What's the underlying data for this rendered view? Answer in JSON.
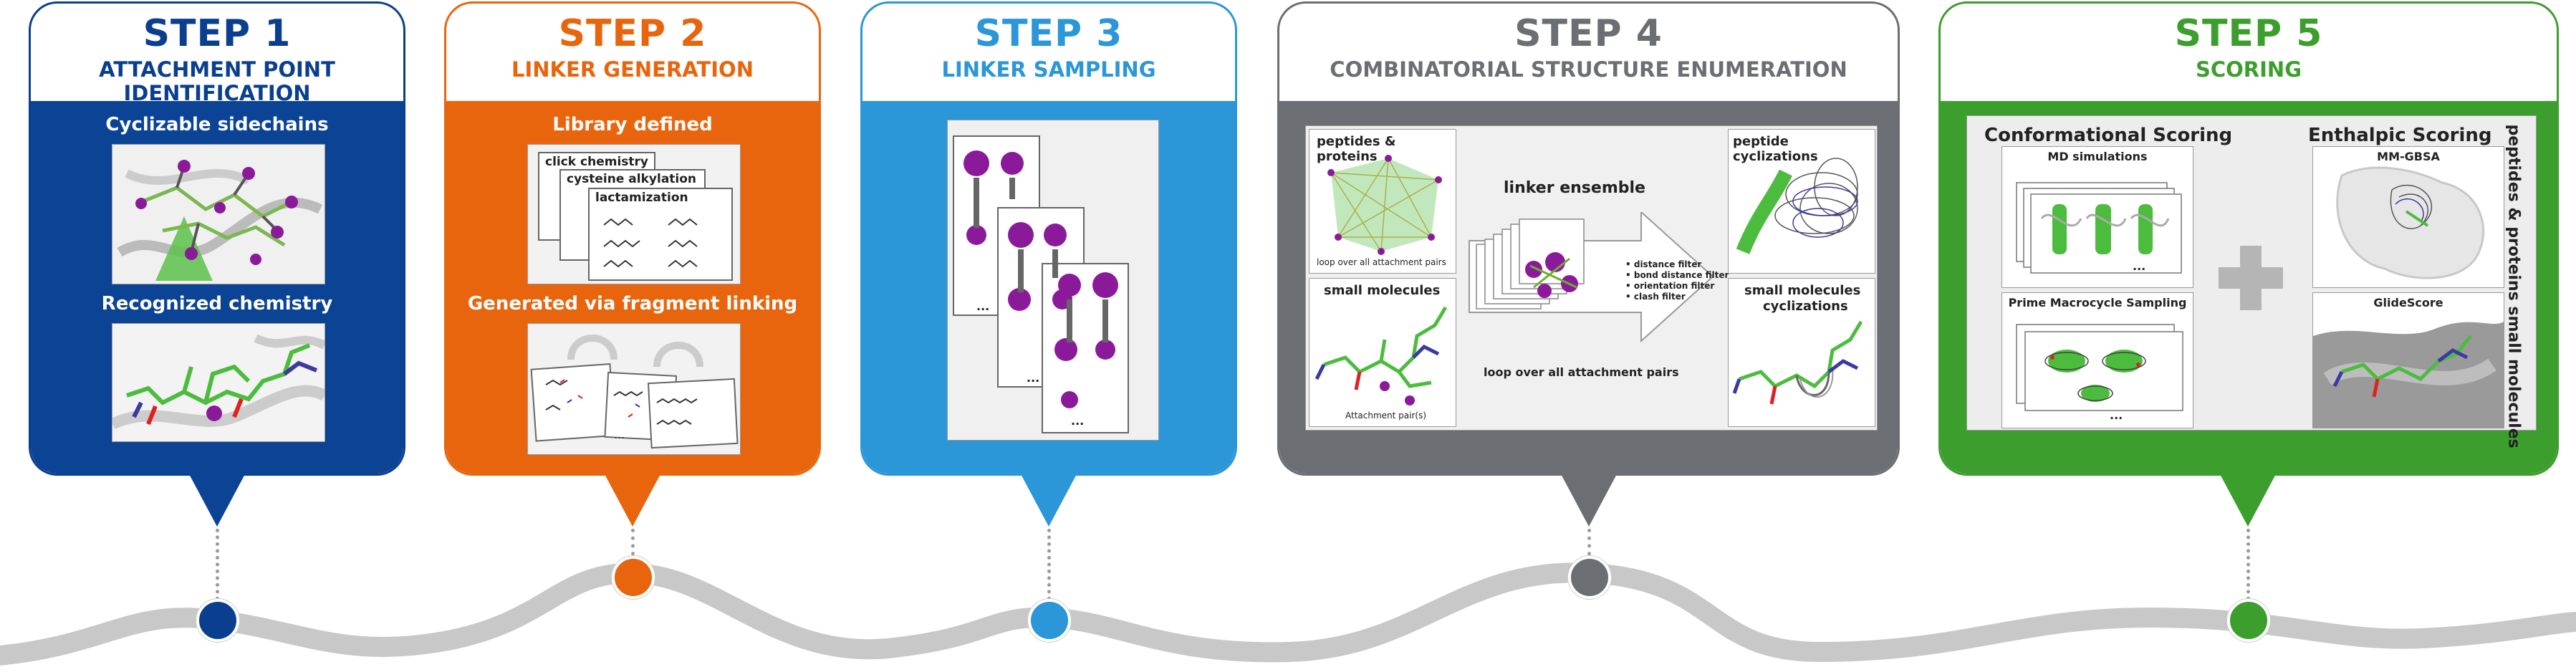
{
  "colors": {
    "step1": "#0a3f8f",
    "step1_body": "#0b4395",
    "step2": "#e8650d",
    "step3": "#2b96d8",
    "step4": "#6b6e73",
    "step5": "#3c9e2d",
    "wave": "#c8c8c8",
    "molecule_green": "#4cbc3e",
    "molecule_purple": "#8b1a9b"
  },
  "step1": {
    "title": "STEP 1",
    "subtitle_line1": "ATTACHMENT POINT",
    "subtitle_line2": "IDENTIFICATION",
    "label_top": "Cyclizable sidechains",
    "label_bottom": "Recognized chemistry"
  },
  "step2": {
    "title": "STEP 2",
    "subtitle": "LINKER GENERATION",
    "label_top": "Library defined",
    "doc1": "click chemistry",
    "doc2": "cysteine alkylation",
    "doc3": "lactamization",
    "label_bottom": "Generated via fragment linking",
    "ellipsis": "..."
  },
  "step3": {
    "title": "STEP 3",
    "subtitle": "LINKER SAMPLING",
    "ellipsis": "..."
  },
  "step4": {
    "title": "STEP 4",
    "subtitle": "COMBINATORIAL STRUCTURE ENUMERATION",
    "peptides_label": "peptides & proteins",
    "peptides_caption": "loop over all attachment pairs",
    "small_label": "small molecules",
    "small_caption": "Attachment pair(s)",
    "linker_ensemble": "linker ensemble",
    "filters": [
      "• distance filter",
      "• bond distance filter",
      "• orientation filter",
      "• clash filter"
    ],
    "loop_caption": "loop over all attachment pairs",
    "peptide_cyc": "peptide cyclizations",
    "small_cyc_line1": "small molecules",
    "small_cyc_line2": "cyclizations"
  },
  "step5": {
    "title": "STEP 5",
    "subtitle": "SCORING",
    "conf_title": "Conformational Scoring",
    "md": "MD simulations",
    "prime": "Prime Macrocycle Sampling",
    "enth_title": "Enthalpic Scoring",
    "mmgbsa": "MM-GBSA",
    "glide": "GlideScore",
    "side_label": "peptides & proteins  small molecules",
    "ellipsis": "..."
  }
}
